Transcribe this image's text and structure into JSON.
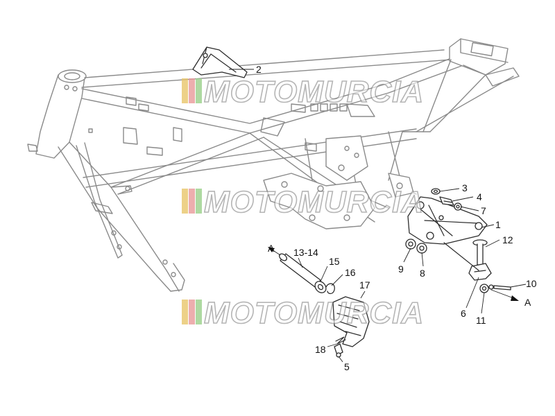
{
  "callouts": {
    "c1": "1",
    "c2": "2",
    "c3": "3",
    "c4": "4",
    "c5": "5",
    "c6": "6",
    "c7": "7",
    "c8": "8",
    "c9": "9",
    "c10": "10",
    "c11": "11",
    "c12": "12",
    "c13": "13-14",
    "c15": "15",
    "c16": "16",
    "c17": "17",
    "c18": "18",
    "arrow_a_left": "A",
    "arrow_a_right": "A"
  },
  "watermark": {
    "text": "MOTOMURCIA",
    "stripe_colors": [
      "#e8c66a",
      "#e89a9a",
      "#9acf8a",
      "#f0e08a"
    ]
  }
}
